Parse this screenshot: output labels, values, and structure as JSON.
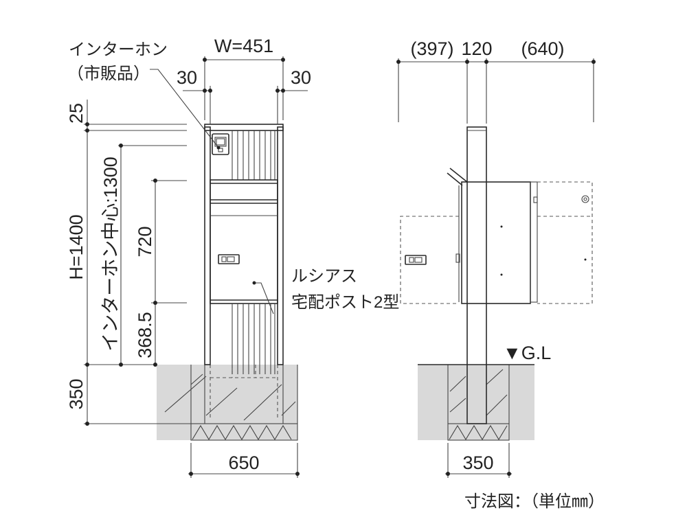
{
  "front_view": {
    "width_dim": "W=451",
    "left_offset": "30",
    "right_offset": "30",
    "top_dim": "25",
    "height_dim": "H=1400",
    "intercom_center_dim": "インターホン中心:1300",
    "dim_720": "720",
    "dim_368_5": "368.5",
    "foundation_depth": "350",
    "foundation_width": "650",
    "intercom_label_line1": "インターホン",
    "intercom_label_line2": "（市販品）",
    "mailbox_label_line1": "ルシアス",
    "mailbox_label_line2": "宅配ポスト2型"
  },
  "side_view": {
    "dim_left": "(397)",
    "dim_post": "120",
    "dim_right": "(640)",
    "ground_level": "▼G.L",
    "foundation_width": "350"
  },
  "footer": {
    "caption": "寸法図：（単位㎜）"
  },
  "colors": {
    "line": "#2a2a2a",
    "concrete": "#d9d9d9",
    "background": "#ffffff"
  }
}
